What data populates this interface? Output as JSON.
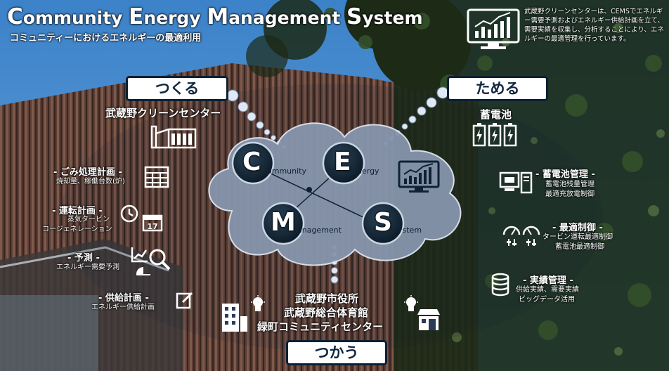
{
  "header": {
    "title_parts": [
      {
        "cap": "C",
        "rest": "ommunity "
      },
      {
        "cap": "E",
        "rest": "nergy "
      },
      {
        "cap": "M",
        "rest": "anagement "
      },
      {
        "cap": "S",
        "rest": "ystem"
      }
    ],
    "subtitle": "コミュニティーにおけるエネルギーの最適利用",
    "description": "武蔵野クリーンセンターは、CEMSでエネルギー需要予測およびエネルギー供給計画を立て、需要実績を収集し、分析することにより、エネルギーの最適管理を行っています。"
  },
  "pills": {
    "tsukuru": "つくる",
    "tameru": "ためる",
    "tsukau": "つかう"
  },
  "cems": {
    "c_letter": "C",
    "c_word": "ommunity",
    "e_letter": "E",
    "e_word": "nergy",
    "m_letter": "M",
    "m_word": "anagement",
    "s_letter": "S",
    "s_word": "ystem"
  },
  "left": {
    "plant": "武蔵野クリーンセンター",
    "garbage": {
      "title": "- ごみ処理計画 -",
      "detail": "焼却量、稼働台数(炉)"
    },
    "operation": {
      "title": "- 運転計画 -",
      "detail1": "蒸気タービン",
      "detail2": "コージェネレーション"
    },
    "forecast": {
      "title": "- 予測 -",
      "detail": "エネルギー需要予測"
    },
    "supply": {
      "title": "- 供給計画 -",
      "detail": "エネルギー供給計画"
    }
  },
  "right": {
    "storage": "蓄電池",
    "battery_mgmt": {
      "title": "- 蓄電池管理 -",
      "detail1": "蓄電池残量管理",
      "detail2": "最適充放電制御"
    },
    "optimal": {
      "title": "- 最適制御 -",
      "detail1": "タービン運転最適制御",
      "detail2": "蓄電池最適制御"
    },
    "results": {
      "title": "- 実績管理 -",
      "detail1": "供給実績、需要実績",
      "detail2": "ビッグデータ活用"
    }
  },
  "bottom": {
    "line1": "武蔵野市役所",
    "line2": "武蔵野総合体育館",
    "line3": "緑町コミュニティセンター"
  },
  "colors": {
    "ellipse": "#0f2136",
    "cloud": "#8593aa",
    "node": "#132536",
    "pill_bg": "#ffffff"
  },
  "icons": [
    "monitor-chart-icon",
    "factory-icon",
    "calendar-grid-icon",
    "clock-icon",
    "calendar-17-icon",
    "chart-magnify-icon",
    "clipboard-pencil-icon",
    "battery-icon",
    "computer-icon",
    "gauge-icon",
    "database-icon",
    "building-icon",
    "bulb-icon",
    "shop-icon"
  ]
}
